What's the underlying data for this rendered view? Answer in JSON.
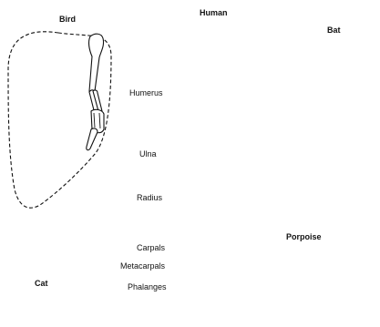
{
  "titles": {
    "bird": "Bird",
    "human": "Human",
    "bat": "Bat",
    "cat": "Cat",
    "porpoise": "Porpoise"
  },
  "labels": {
    "humerus": "Humerus",
    "ulna": "Ulna",
    "radius": "Radius",
    "carpals": "Carpals",
    "metacarpals": "Metacarpals",
    "phalanges": "Phalanges"
  }
}
